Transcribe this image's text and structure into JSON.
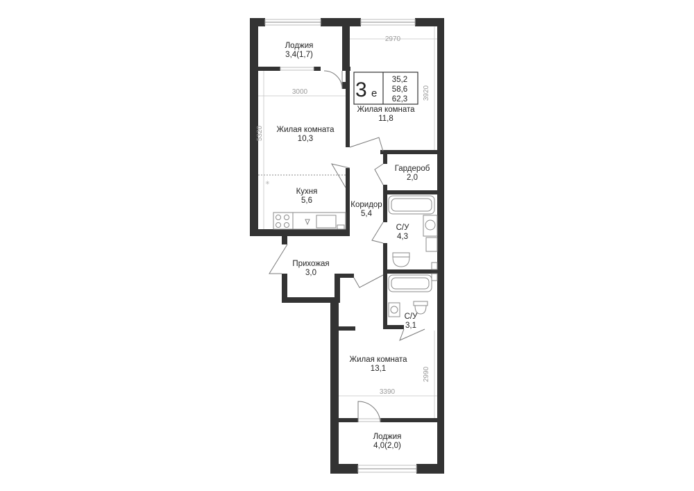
{
  "badge": {
    "rooms": "3",
    "suffix": "e",
    "areas": [
      "35,2",
      "58,6",
      "62,3"
    ]
  },
  "rooms": {
    "loggia_top": {
      "name": "Лоджия",
      "area": "3,4(1,7)"
    },
    "living_top_right": {
      "name": "Жилая комната",
      "area": "11,8"
    },
    "living_left": {
      "name": "Жилая комната",
      "area": "10,3"
    },
    "kitchen": {
      "name": "Кухня",
      "area": "5,6"
    },
    "wardrobe": {
      "name": "Гардероб",
      "area": "2,0"
    },
    "corridor": {
      "name": "Коридор",
      "area": "5,4"
    },
    "bathroom_1": {
      "name": "С/У",
      "area": "4,3"
    },
    "hallway": {
      "name": "Прихожая",
      "area": "3,0"
    },
    "bathroom_2": {
      "name": "С/У",
      "area": "3,1"
    },
    "living_bottom": {
      "name": "Жилая комната",
      "area": "13,1"
    },
    "loggia_bottom": {
      "name": "Лоджия",
      "area": "4,0(2,0)"
    }
  },
  "dimensions": {
    "top_right_width": "2970",
    "top_right_depth": "3920",
    "left_width": "3000",
    "left_depth": "5320",
    "bottom_width": "3390",
    "bottom_depth": "2990"
  }
}
